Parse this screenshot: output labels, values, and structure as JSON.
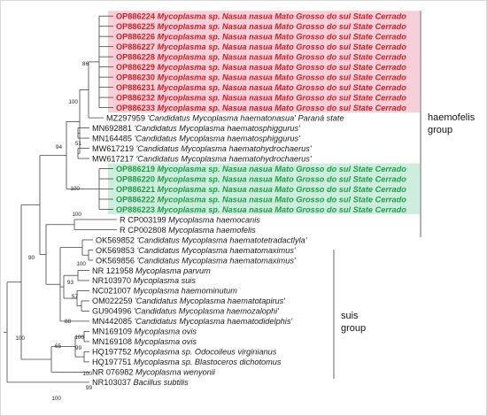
{
  "tree": {
    "leaves": [
      {
        "acc": "OP886224",
        "name": "Mycoplasma sp. Nasua nasua Mato Grosso do sul State Cerrado",
        "style": "red"
      },
      {
        "acc": "OP886225",
        "name": "Mycoplasma sp. Nasua nasua Mato Grosso do sul State Cerrado",
        "style": "red"
      },
      {
        "acc": "OP886226",
        "name": "Mycoplasma sp. Nasua nasua Mato Grosso do sul State Cerrado",
        "style": "red"
      },
      {
        "acc": "OP886227",
        "name": "Mycoplasma sp. Nasua nasua Mato Grosso do sul State Cerrado",
        "style": "red"
      },
      {
        "acc": "OP886228",
        "name": "Mycoplasma sp. Nasua nasua Mato Grosso do sul State Cerrado",
        "style": "red"
      },
      {
        "acc": "OP886229",
        "name": "Mycoplasma sp. Nasua nasua Mato Grosso do sul State Cerrado",
        "style": "red"
      },
      {
        "acc": "OP886230",
        "name": "Mycoplasma sp. Nasua nasua Mato Grosso do sul State Cerrado",
        "style": "red"
      },
      {
        "acc": "OP886231",
        "name": "Mycoplasma sp. Nasua nasua Mato Grosso do sul State Cerrado",
        "style": "red"
      },
      {
        "acc": "OP886232",
        "name": "Mycoplasma sp. Nasua nasua Mato Grosso do sul State Cerrado",
        "style": "red"
      },
      {
        "acc": "OP886233",
        "name": "Mycoplasma sp. Nasua nasua Mato Grosso do sul State Cerrado",
        "style": "red"
      },
      {
        "acc": "MZ297959",
        "name": "'Candidatus Mycoplasma haematonasua' Paraná state",
        "style": "normal"
      },
      {
        "acc": "MN692881",
        "name": "'Candidatus Mycoplasma haematosphiggurus'",
        "style": "normal"
      },
      {
        "acc": "MN164485",
        "name": "'Candidatus Mycoplasma haematosphiggurus'",
        "style": "normal"
      },
      {
        "acc": "MW617219",
        "name": "'Candidatus Mycoplasma haematohydrochaerus'",
        "style": "normal"
      },
      {
        "acc": "MW617217",
        "name": "'Candidatus Mycoplasma haematohydrochaerus'",
        "style": "normal"
      },
      {
        "acc": "OP886219",
        "name": "Mycoplasma sp. Nasua nasua Mato Grosso do sul State Cerrado",
        "style": "green"
      },
      {
        "acc": "OP886220",
        "name": "Mycoplasma sp. Nasua nasua Mato Grosso do sul State Cerrado",
        "style": "green"
      },
      {
        "acc": "OP886221",
        "name": "Mycoplasma sp. Nasua nasua Mato Grosso do sul State Cerrado",
        "style": "green"
      },
      {
        "acc": "OP886222",
        "name": "Mycoplasma sp. Nasua nasua Mato Grosso do sul State Cerrado",
        "style": "green"
      },
      {
        "acc": "OP886223",
        "name": "Mycoplasma sp. Nasua nasua Mato Grosso do sul State Cerrado",
        "style": "green"
      },
      {
        "acc": "R CP003199",
        "name": "Mycoplasma haemocanis",
        "style": "normal"
      },
      {
        "acc": "R CP002808",
        "name": "Mycoplasma haemofelis",
        "style": "normal"
      },
      {
        "acc": "OK569852",
        "name": "'Candidatus Mycoplasma haematotetradactlyla'",
        "style": "normal"
      },
      {
        "acc": "OK569853",
        "name": "'Candidatus Mycoplasma haematomaximus'",
        "style": "normal"
      },
      {
        "acc": "OK569856",
        "name": "'Candidatus Mycoplasma haematomaximus'",
        "style": "normal"
      },
      {
        "acc": "NR 121958",
        "name": "Mycoplasma parvum",
        "style": "normal"
      },
      {
        "acc": "NR103970",
        "name": "Mycoplasma suis",
        "style": "normal"
      },
      {
        "acc": "NC021007",
        "name": "Mycoplasma haemominutum",
        "style": "normal"
      },
      {
        "acc": "OM022259",
        "name": "'Candidatus Mycoplasma haematotapirus'",
        "style": "normal"
      },
      {
        "acc": "GU904996",
        "name": "'Candidatus Mycoplasma haemozalophi'",
        "style": "normal"
      },
      {
        "acc": "MN442085",
        "name": "'Candidatus Mycoplasma haematodidelphis'",
        "style": "normal"
      },
      {
        "acc": "MN169109",
        "name": "Mycoplasma ovis",
        "style": "normal"
      },
      {
        "acc": "MN169108",
        "name": "Mycoplasma ovis",
        "style": "normal"
      },
      {
        "acc": "HQ197752",
        "name": "Mycoplasma sp. Odocoileus virginianus",
        "style": "normal"
      },
      {
        "acc": "HQ197751",
        "name": "Mycoplasma sp. Blastoceros dichotomus",
        "style": "normal"
      },
      {
        "acc": "NR 076982",
        "name": "Mycoplasma wenyonii",
        "style": "normal"
      },
      {
        "acc": "NR103037",
        "name": "Bacillus subtilis",
        "style": "normal"
      }
    ],
    "bootstrap": [
      "86",
      "100",
      "94",
      "51",
      "100",
      "100",
      "90",
      "93",
      "100",
      "57",
      "88",
      "100",
      "99",
      "65",
      "100",
      "100",
      "99",
      "100"
    ],
    "groups": [
      {
        "line1": "haemofelis",
        "line2": "group"
      },
      {
        "line1": "suis",
        "line2": "group"
      }
    ],
    "colors": {
      "red_text": "#cc1f24",
      "green_text": "#1f9e4a",
      "red_highlight": "#f8cfd8",
      "green_highlight": "#cdeedc"
    }
  }
}
